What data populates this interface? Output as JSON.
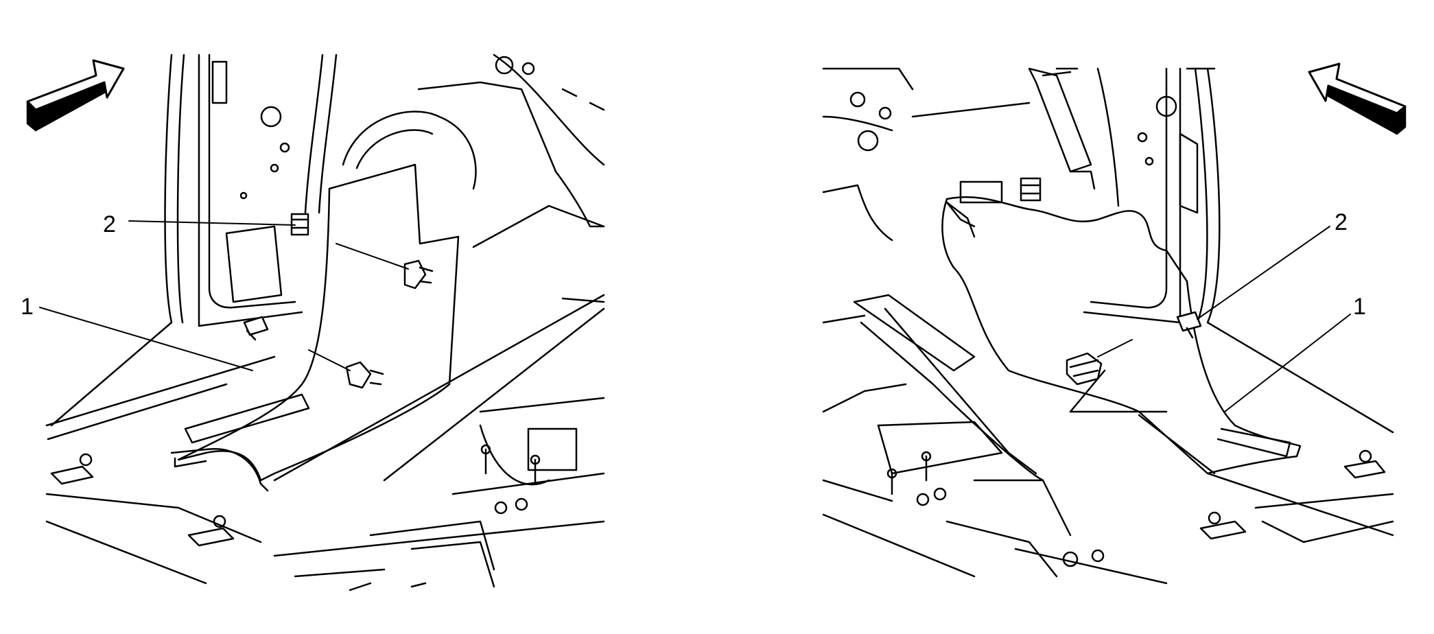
{
  "figure": {
    "left_view": {
      "callouts": [
        {
          "label": "2"
        },
        {
          "label": "1"
        }
      ]
    },
    "right_view": {
      "callouts": [
        {
          "label": "2"
        },
        {
          "label": "1"
        }
      ]
    }
  },
  "colors": {
    "line": "#000000",
    "background": "#ffffff",
    "arrow_fill": "#ffffff"
  },
  "icons": {
    "direction_arrow": "forward-arrow-icon"
  }
}
